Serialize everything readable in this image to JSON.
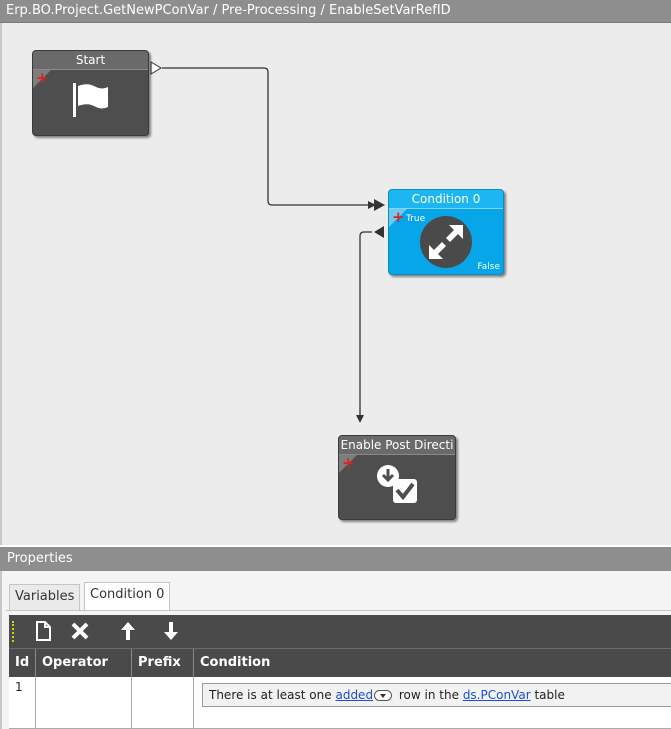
{
  "window": {
    "breadcrumb": "Erp.BO.Project.GetNewPConVar / Pre-Processing / EnableSetVarRefID"
  },
  "workflow": {
    "start_node": {
      "title": "Start",
      "icon": "flag-icon"
    },
    "condition_node": {
      "title": "Condition 0",
      "true_label": "True",
      "false_label": "False",
      "icon": "condition-arrows-icon"
    },
    "action_node": {
      "title": "Enable Post Directi",
      "icon": "enable-post-directive-icon"
    },
    "colors": {
      "gray_node": "#4e4e4e",
      "condition_node": "#06a6e8",
      "canvas": "#ececec",
      "connector": "#333333"
    }
  },
  "properties": {
    "title": "Properties",
    "tabs": [
      {
        "label": "Variables",
        "active": false
      },
      {
        "label": "Condition 0",
        "active": true
      }
    ],
    "toolbar": {
      "buttons": [
        "new-icon",
        "delete-icon",
        "move-up-icon",
        "move-down-icon"
      ]
    },
    "table": {
      "columns": [
        "Id",
        "Operator",
        "Prefix",
        "Condition"
      ],
      "rows": [
        {
          "id": "1",
          "operator": "",
          "prefix": "",
          "condition": {
            "before": "There is at least one",
            "link1": "added",
            "middle": "row in the",
            "link2": "ds.PConVar",
            "after": "table"
          }
        }
      ]
    }
  }
}
